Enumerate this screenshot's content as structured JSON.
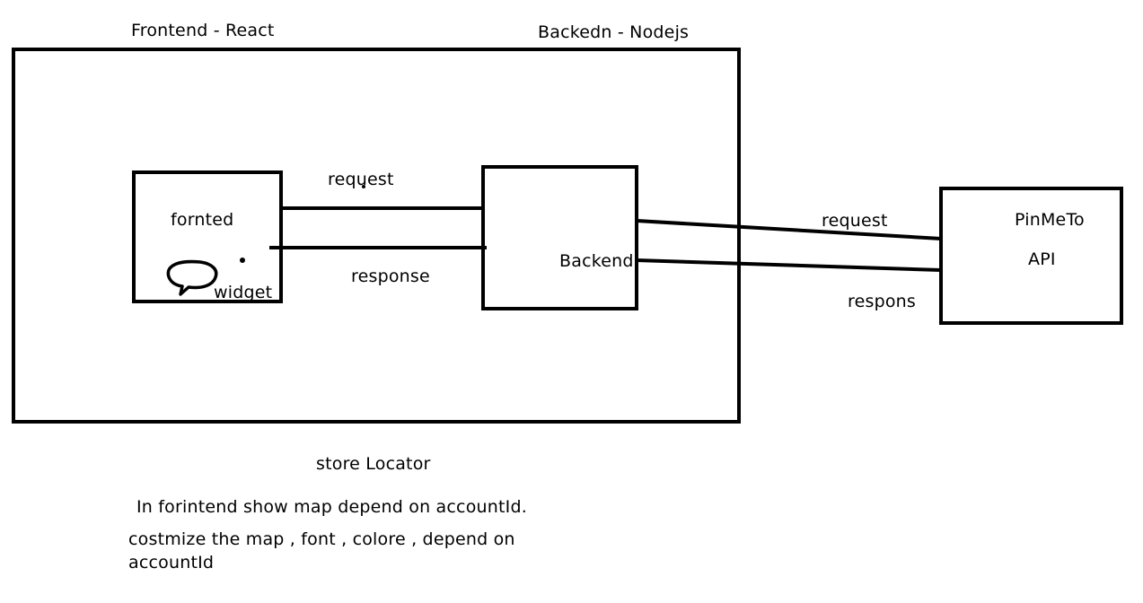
{
  "labels": {
    "frontend_title": "Frontend - React",
    "backend_title": "Backedn - Nodejs",
    "frontend_box_label": "fornted",
    "widget_label": "widget",
    "request_inner": "request",
    "response_inner": "response",
    "backend_box_label": "Backend",
    "request_outer": "request",
    "response_outer": "respons",
    "api_name": "PinMeTo",
    "api_suffix": "API"
  },
  "notes": {
    "title": "store Locator",
    "line1": "In forintend show map depend on accountId.",
    "line2a": "costmize the map , font , colore , depend on",
    "line2b": "accountId"
  },
  "icons": {
    "widget": "speech-bubble-icon"
  },
  "colors": {
    "stroke": "#000000",
    "background": "#ffffff"
  }
}
